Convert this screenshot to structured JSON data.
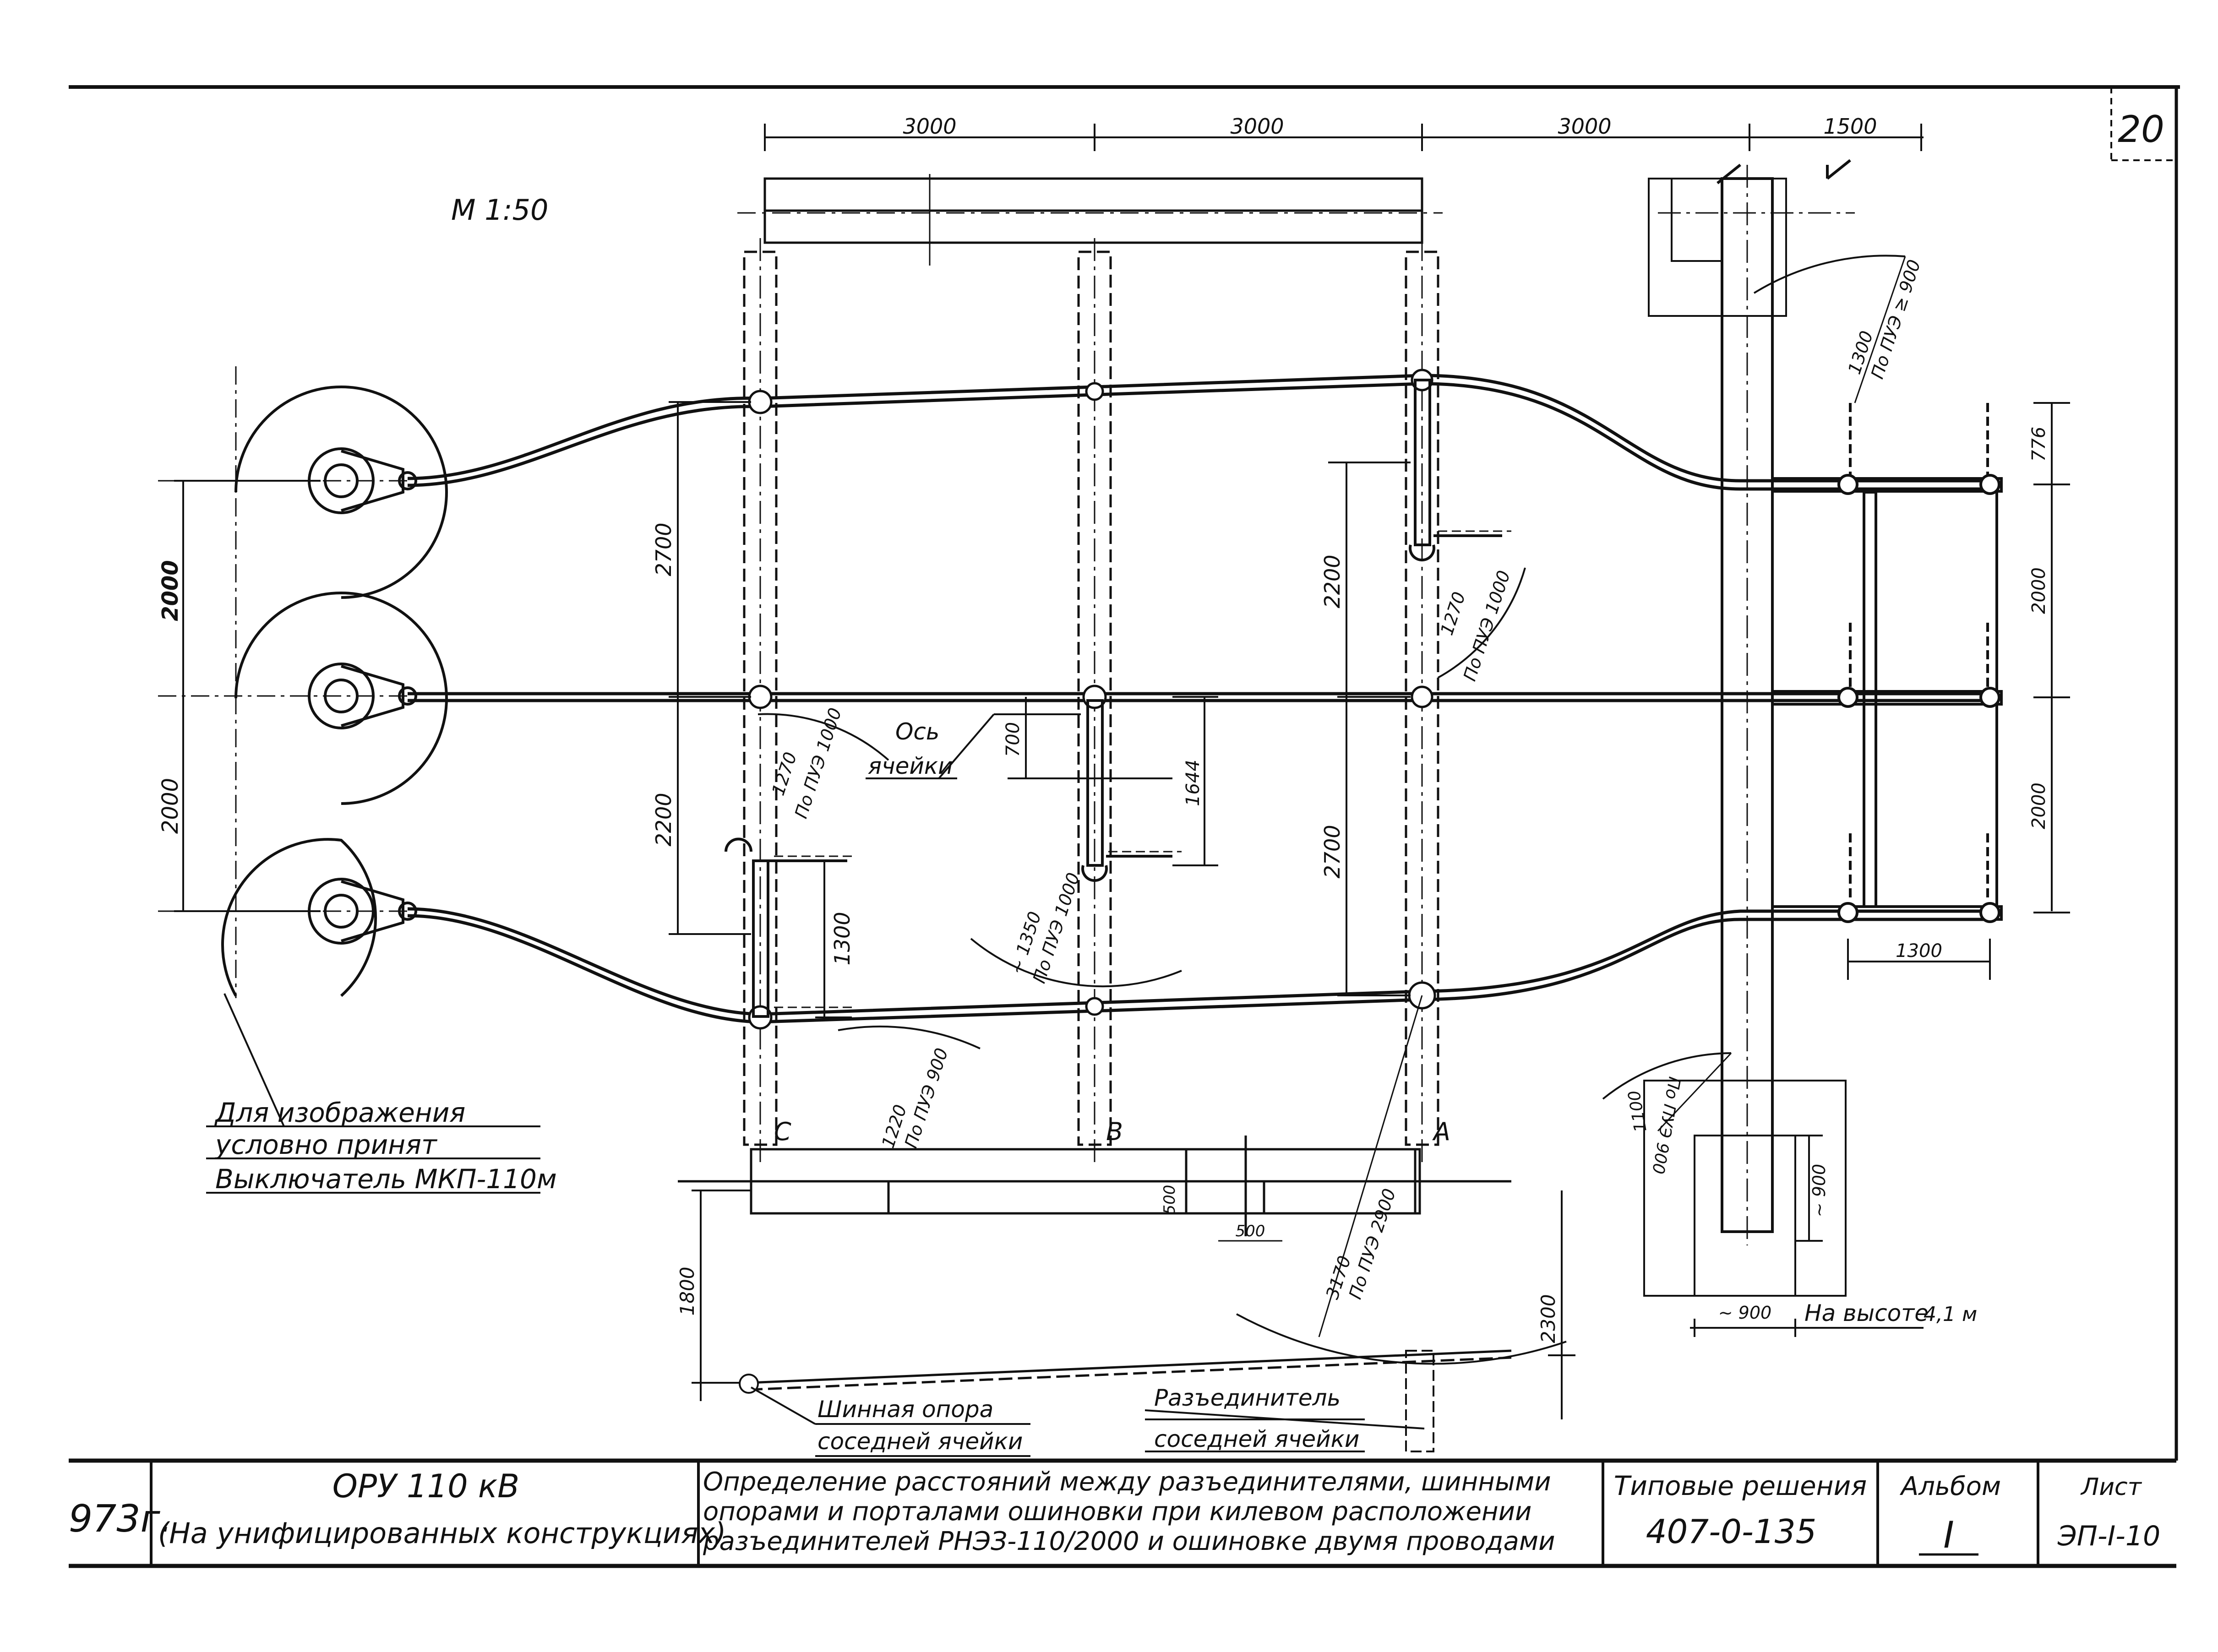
{
  "sheet": {
    "page_number": "20",
    "scale": "М 1:50"
  },
  "dimensions": {
    "top_span_1": "3000",
    "top_span_2": "3000",
    "top_span_3": "3000",
    "top_span_4": "1500",
    "left_phase_a": "2000",
    "left_phase_b": "2000",
    "c_upper": "2700",
    "c_lower": "2200",
    "c_bottom": "1300",
    "a_upper": "2200",
    "a_lower": "2700",
    "axis_offset": "700",
    "b_length": "1644",
    "right_top": "776",
    "right_mid": "2000",
    "right_low": "2000",
    "right_width": "1300",
    "foot_500a": "500",
    "foot_500b": "500",
    "bottom_1800": "1800",
    "bottom_2300": "2300",
    "box_900_h": "~ 900",
    "box_900_w": "~ 900"
  },
  "clearances": {
    "c_arc": "1270",
    "c_arc_norm": "По ПУЭ 1000",
    "a_arc": "1270",
    "a_arc_norm": "По ПУЭ 1000",
    "b_arc": "~ 1350",
    "b_arc_norm": "По ПУЭ 1000",
    "bottom_arc": "1220",
    "bottom_arc_norm": "По ПУЭ 900",
    "diag_arc": "3170",
    "diag_arc_norm": "По ПУЭ 2900",
    "right_arc": "1300",
    "right_arc_norm": "По ПУЭ ≥ 900",
    "box_arc": "1100",
    "box_arc_norm": "По ПУЭ 900"
  },
  "labels": {
    "phase_c": "С",
    "phase_b": "В",
    "phase_a": "А",
    "axis_label_1": "Ось",
    "axis_label_2": "ячейки",
    "note_line_1": "Для    изображения",
    "note_line_2": "условно    принят",
    "note_line_3": "Выключатель  МКП-110м",
    "height_note": "На высоте",
    "height_value": "4,1 м",
    "bus_support_1": "Шинная  опора",
    "bus_support_2": "соседней  ячейки",
    "disconnector_1": "Разъединитель",
    "disconnector_2": "соседней  ячейки"
  },
  "title_block": {
    "year": "973г.",
    "object_line_1": "ОРУ  110  кВ",
    "object_line_2": "(На унифицированных  конструкциях)",
    "description_1": "Определение расстояний между разъединителями, шинными",
    "description_2": "опорами и порталами ошиновки при килевом расположении",
    "description_3": "разъединителей РНЭЗ-110/2000 и ошиновке двумя проводами",
    "series_label": "Типовые решения",
    "series_value": "407-0-135",
    "album_label": "Альбом",
    "album_value": "I",
    "sheet_label": "Лист",
    "sheet_value": "ЭП-I-10"
  },
  "colors": {
    "ink": "#111111",
    "paper": "#ffffff"
  }
}
